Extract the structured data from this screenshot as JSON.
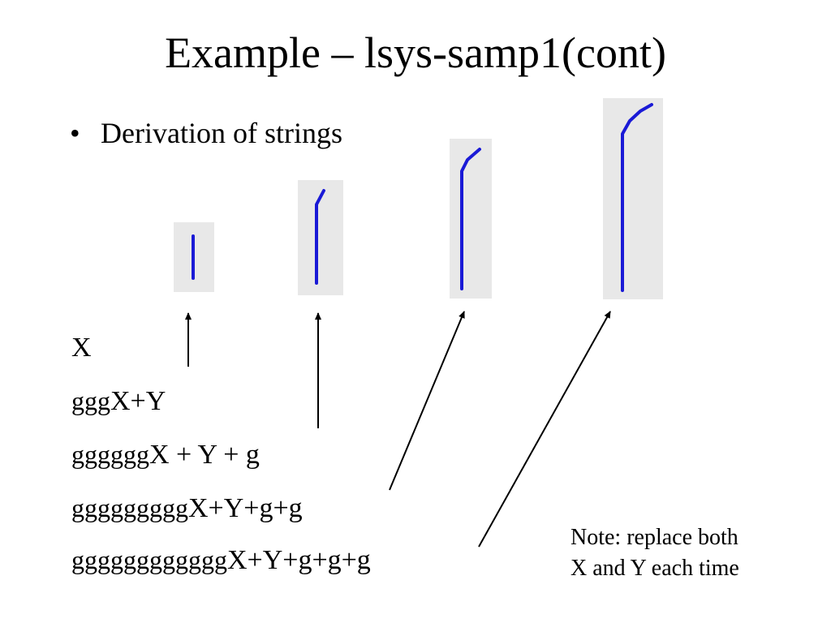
{
  "slide": {
    "title": "Example – lsys-samp1(cont)",
    "bullet_marker": "•",
    "bullet_text": "Derivation of strings"
  },
  "derivations": [
    {
      "prefix": "",
      "rest": "X"
    },
    {
      "prefix": "ggg",
      "rest": "X+Y"
    },
    {
      "prefix": "gggggg",
      "rest": "X + Y + g"
    },
    {
      "prefix": "ggggggggg",
      "rest": "X+Y+g+g"
    },
    {
      "prefix": "gggggggggggg",
      "rest": "X+Y+g+g+g"
    }
  ],
  "note": {
    "line1": "Note: replace both",
    "line2": "X and Y each time"
  },
  "colors": {
    "panel": "#e8e8e8",
    "stroke": "#1a1ad6",
    "arrow": "#000000"
  }
}
